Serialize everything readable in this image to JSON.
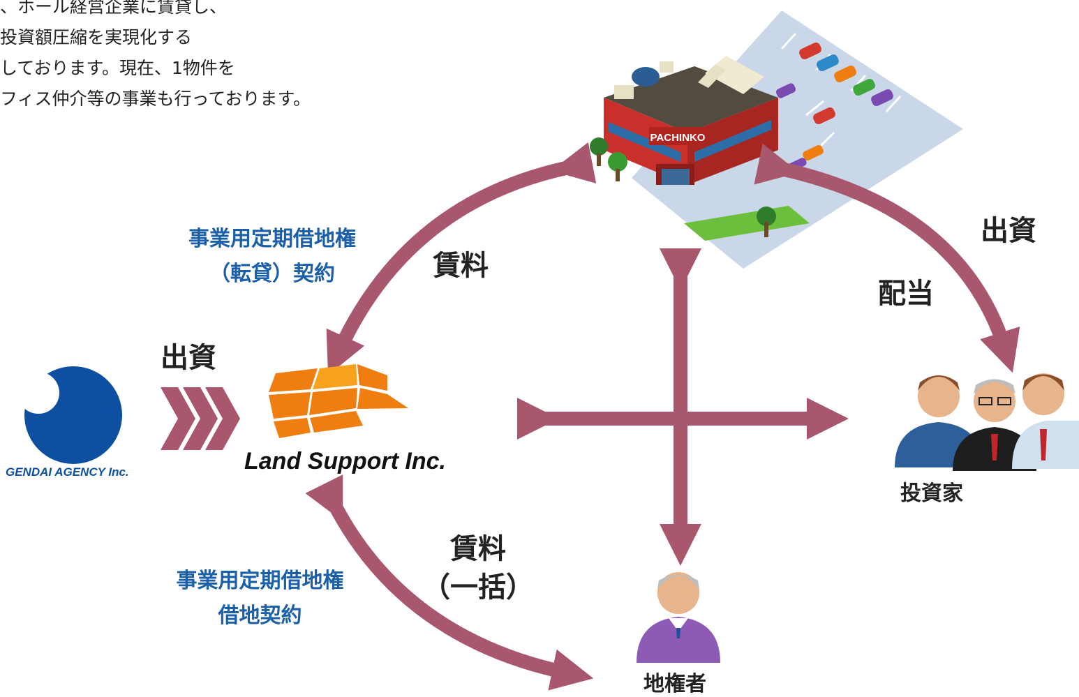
{
  "intro": {
    "lines": [
      "",
      "、ホール経営企業に賃貸し、",
      "投資額圧縮を実現化する",
      "しております。現在、1物件を",
      "フィス仲介等の事業も行っております。"
    ]
  },
  "building": {
    "sign": "PACHINKO"
  },
  "labels": {
    "contract_top_1": "事業用定期借地権",
    "contract_top_2": "（転貸）契約",
    "rent_top": "賃料",
    "invest_gendai": "出資",
    "invest_investor": "出資",
    "dividend": "配当",
    "rent_bottom_1": "賃料",
    "rent_bottom_2": "（一括）",
    "contract_bottom_1": "事業用定期借地権",
    "contract_bottom_2": "借地契約"
  },
  "entities": {
    "gendai": "GENDAI AGENCY Inc.",
    "land_support": "Land Support Inc.",
    "investor": "投資家",
    "landowner": "地権者"
  },
  "colors": {
    "arrow": "#a8576d",
    "blue_text": "#1a5fa8",
    "logo_blue": "#0d4fa0",
    "tile_orange": "#ef7d0f",
    "tile_light": "#f6a21c"
  }
}
